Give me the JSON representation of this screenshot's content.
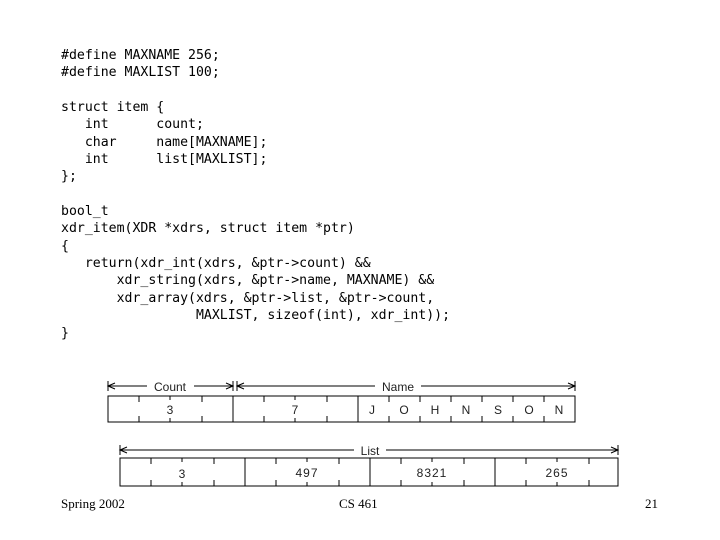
{
  "code": {
    "defines": "#define MAXNAME 256;\n#define MAXLIST 100;",
    "struct": "struct item {\n   int      count;\n   char     name[MAXNAME];\n   int      list[MAXLIST];\n};",
    "func": "bool_t\nxdr_item(XDR *xdrs, struct item *ptr)\n{\n   return(xdr_int(xdrs, &ptr->count) &&\n       xdr_string(xdrs, &ptr->name, MAXNAME) &&\n       xdr_array(xdrs, &ptr->list, &ptr->count,\n                 MAXLIST, sizeof(int), xdr_int));\n}"
  },
  "diagram1": {
    "count_label": "Count",
    "name_label": "Name",
    "count_value": "3",
    "name_length": "7",
    "name_chars": [
      "J",
      "O",
      "H",
      "N",
      "S",
      "O",
      "N"
    ]
  },
  "diagram2": {
    "list_label": "List",
    "values": [
      "3",
      "497",
      "8321",
      "265"
    ]
  },
  "footer": {
    "left": "Spring 2002",
    "center": "CS 461",
    "right": "21"
  }
}
